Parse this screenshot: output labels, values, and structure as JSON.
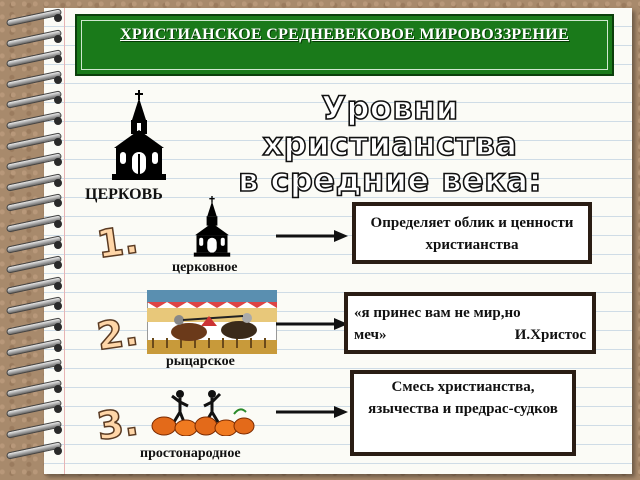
{
  "title": "ХРИСТИАНСКОЕ СРЕДНЕВЕКОВОЕ МИРОВОЗЗРЕНИЕ",
  "heading": {
    "line1": "Уровни христианства",
    "line2": "в средние века:"
  },
  "church_label": "ЦЕРКОВЬ",
  "levels": [
    {
      "number": "1.",
      "label": "церковное",
      "description": "Определяет облик и ценности христианства",
      "icon": "church-icon"
    },
    {
      "number": "2.",
      "label": "рыцарское",
      "description_left": "«я принес вам не мир,но",
      "description_right_left": "меч»",
      "description_right": "И.Христос",
      "icon": "knight-tournament-icon"
    },
    {
      "number": "3.",
      "label": "простонародное",
      "description": "Смесь христианства, язычества и предрас-судков",
      "icon": "peasants-pumpkins-icon"
    }
  ],
  "colors": {
    "title_bg": "#1a7a1a",
    "box_border": "#2a1d14",
    "number": "#ffd6a8"
  }
}
